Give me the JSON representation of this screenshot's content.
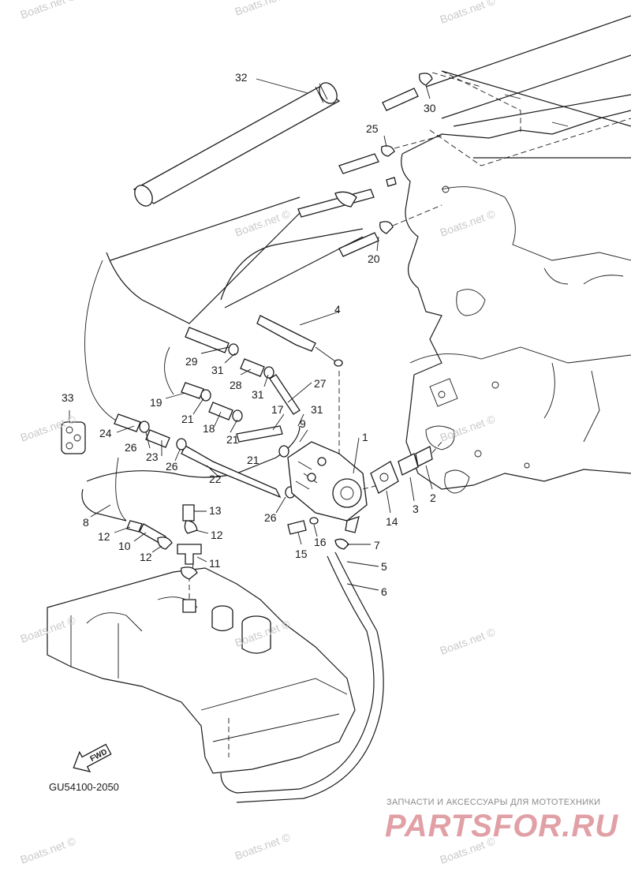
{
  "diagram": {
    "code": "GU54100-2050",
    "fwd_label": "FWD",
    "callouts": [
      "32",
      "30",
      "25",
      "20",
      "4",
      "29",
      "31",
      "28",
      "31",
      "27",
      "19",
      "21",
      "18",
      "21",
      "17",
      "31",
      "9",
      "1",
      "33",
      "24",
      "26",
      "23",
      "26",
      "21",
      "22",
      "8",
      "26",
      "12",
      "10",
      "12",
      "13",
      "12",
      "11",
      "15",
      "16",
      "7",
      "14",
      "3",
      "2",
      "5",
      "6"
    ]
  },
  "watermarks": {
    "text": "Boats.net ©"
  },
  "brand": {
    "subtitle": "ЗАПЧАСТИ И АКСЕССУАРЫ ДЛЯ МОТОТЕХНИКИ",
    "logo_text": "PARTSFOR.RU"
  }
}
